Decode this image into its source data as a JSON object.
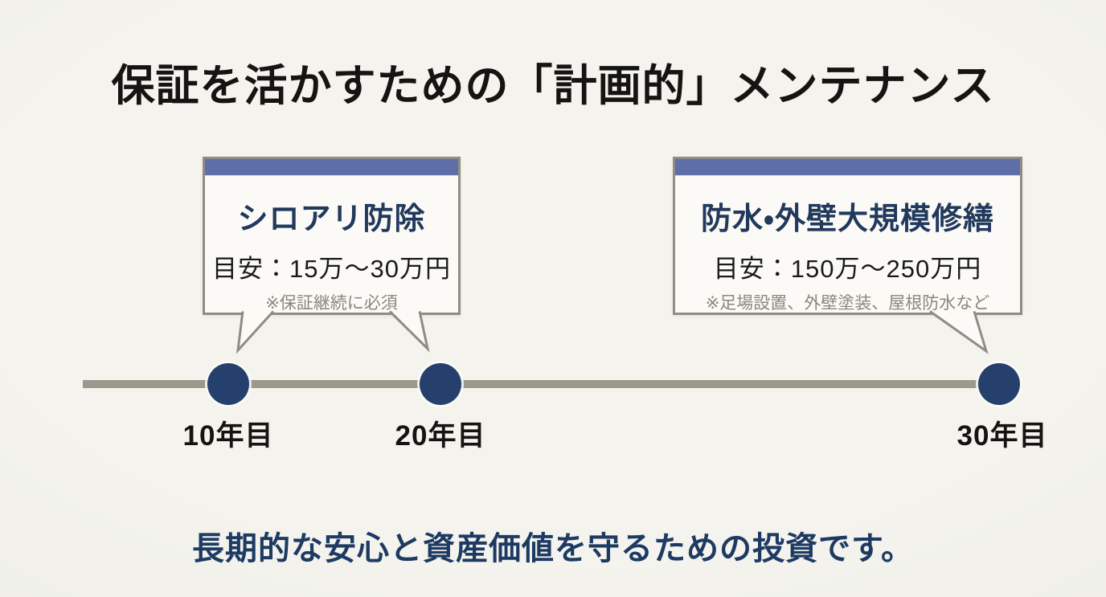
{
  "title": "保証を活かすための「計画的」メンテナンス",
  "callouts": {
    "termite": {
      "heading": "シロアリ防除",
      "estimate": "目安：15万～30万円",
      "note": "※保証継続に必須"
    },
    "repair": {
      "heading": "防水・外壁大規模修繕",
      "estimate": "目安：150万～250万円",
      "note": "※足場設置、外壁塗装、屋根防水など"
    }
  },
  "timeline": {
    "milestones": [
      {
        "label": "10年目"
      },
      {
        "label": "20年目"
      },
      {
        "label": "30年目"
      }
    ]
  },
  "footer": {
    "message": "長期的な安心と資産価値を守るための投資です。"
  },
  "colors": {
    "background": "#f1f0ea",
    "box_fill": "#fbfaf6",
    "box_border": "#8f8c83",
    "header_strip": "#5e6fa7",
    "heading_text": "#21395c",
    "body_text": "#1a1a1a",
    "note_text": "#8a877d",
    "timeline_line": "#9c988d",
    "timeline_dot": "#26406e",
    "footer_text": "#1d3a63"
  }
}
